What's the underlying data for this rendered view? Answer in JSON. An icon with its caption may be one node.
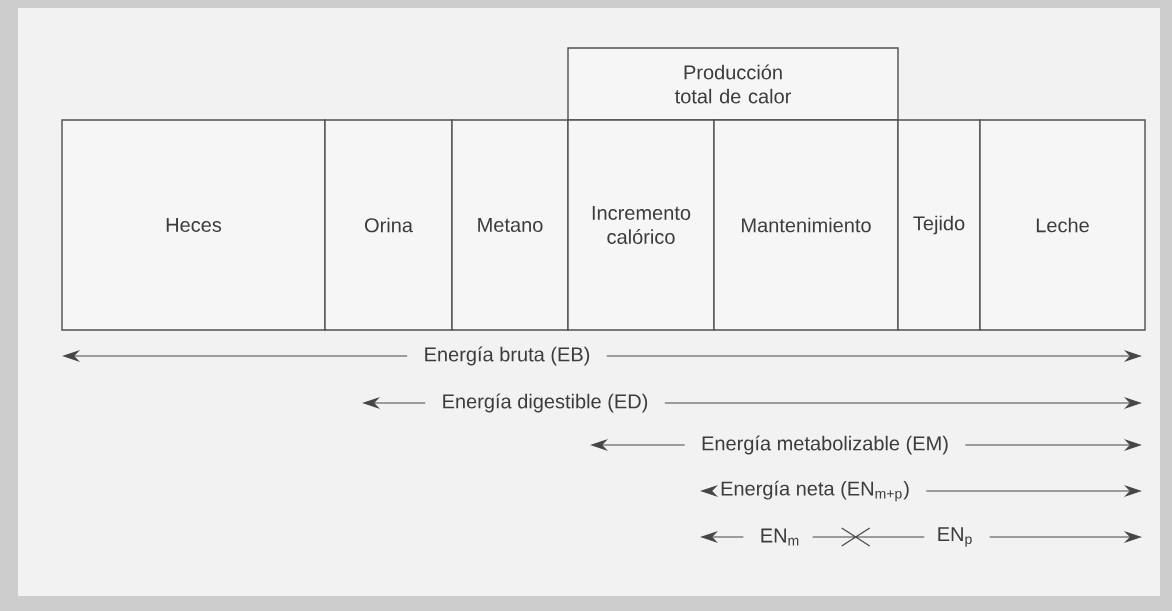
{
  "diagram": {
    "nodes": [
      {
        "text": [
          "Producción total de calor"
        ]
      },
      {
        "text": [
          "Heces"
        ]
      },
      {
        "text": [
          "Orina"
        ]
      },
      {
        "text": [
          "Metano"
        ]
      },
      {
        "text": [
          "Incremento calórico"
        ]
      },
      {
        "text": [
          "Mantenimiento"
        ]
      },
      {
        "text": [
          "Tejido"
        ]
      },
      {
        "text": [
          "Leche"
        ]
      }
    ],
    "labels": [
      "Energía bruta (EB)",
      "Energía digestible (ED)",
      "Energía metabolizable (EM)",
      "Energía neta (EN$_{m+p}$)",
      "EN$_{m}$",
      "EN$_{p}$"
    ]
  }
}
